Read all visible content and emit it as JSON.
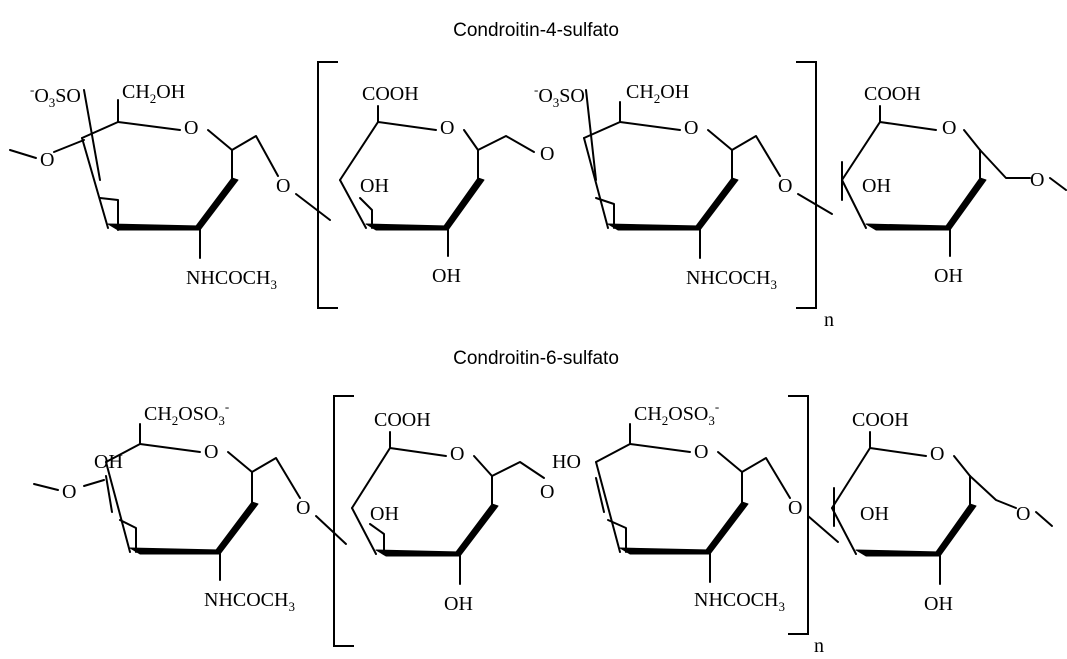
{
  "structures": [
    {
      "title": "Condroitin-4-sulfato",
      "groups": {
        "ch2oh_1": "CH2OH",
        "so3_1": "-O3SO",
        "cooh_1": "COOH",
        "oh_a": "OH",
        "oh_b": "OH",
        "so3_2": "-O3SO",
        "ch2oh_2": "CH2OH",
        "nh_1": "NHCOCH3",
        "nh_2": "NHCOCH3",
        "cooh_2": "COOH",
        "oh_c": "OH",
        "oh_d": "OH",
        "ring_o": "O",
        "link_o": "O",
        "subscript_n": "n"
      }
    },
    {
      "title": "Condroitin-6-sulfato",
      "groups": {
        "ch2oso3_1": "CH2OSO3-",
        "oh_left": "OH",
        "cooh_1": "COOH",
        "oh_a": "OH",
        "oh_b": "OH",
        "ho_mid": "HO",
        "ch2oso3_2": "CH2OSO3-",
        "nh_1": "NHCOCH3",
        "nh_2": "NHCOCH3",
        "cooh_2": "COOH",
        "oh_c": "OH",
        "oh_d": "OH",
        "ring_o": "O",
        "link_o": "O",
        "subscript_n": "n"
      }
    }
  ]
}
